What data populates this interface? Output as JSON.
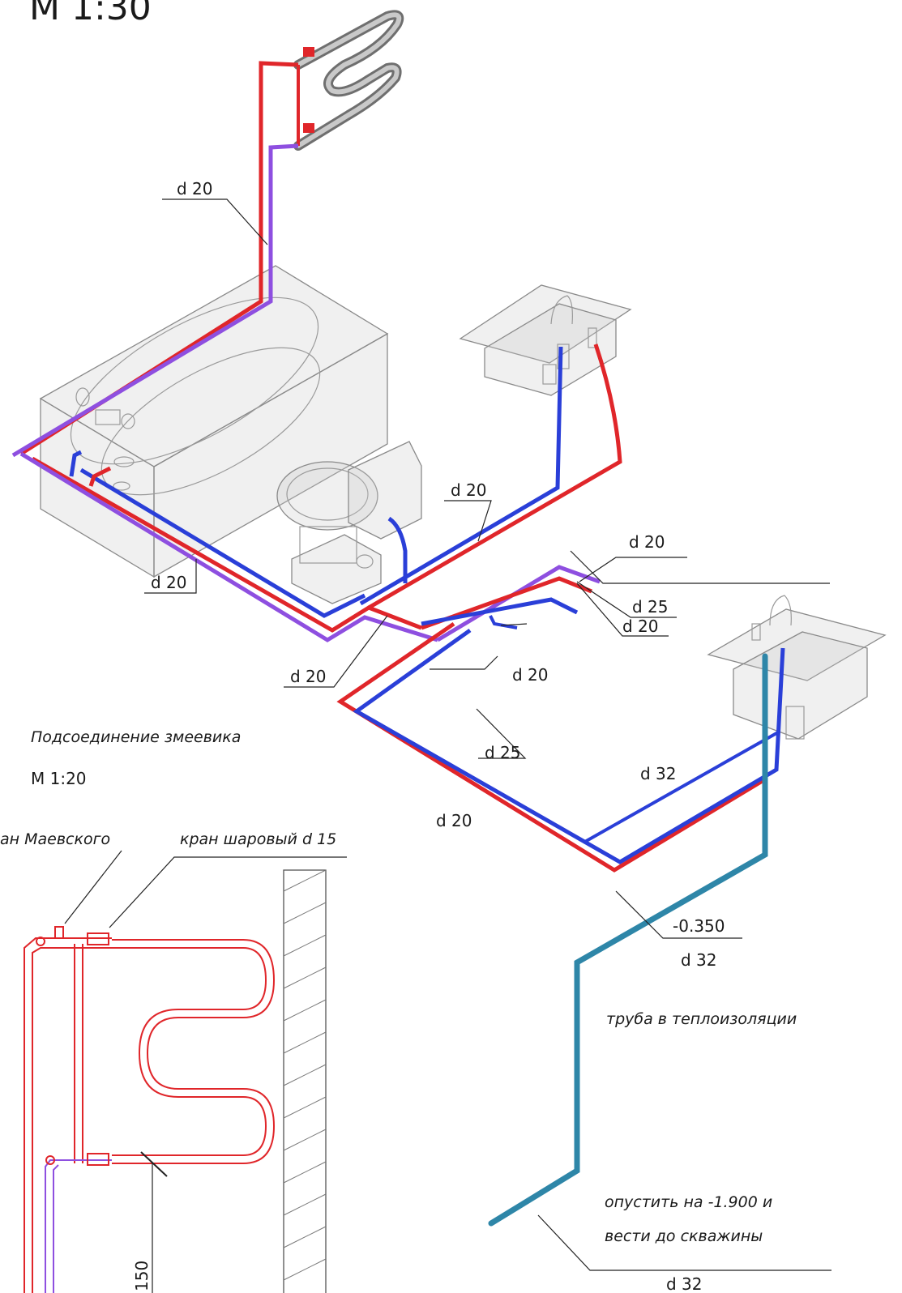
{
  "title": "М 1:30",
  "labels": {
    "d20_riser": "d 20",
    "d20_sink": "d 20",
    "d20_bath": "d 20",
    "d20_right_top": "d 20",
    "d25_right": "d 25",
    "d20_right_low": "d 20",
    "d20_mid": "d 20",
    "d20_center": "d 20",
    "d25_bottom": "d 25",
    "d20_bottom": "d 20",
    "d32_mid": "d 32",
    "level": "-0.350",
    "d32_level": "d 32",
    "insulated": "труба в теплоизоляции",
    "lower_1": "опустить на -1.900 и",
    "lower_2": "вести до скважины",
    "d32_bottom": "d 32"
  },
  "detail": {
    "title": "Подсоединение змеевика",
    "scale": "М 1:20",
    "mayevsky": "ан Маевского",
    "ballvalve": "кран шаровый d 15",
    "dim": "150"
  },
  "colors": {
    "hot": "#e0262a",
    "cold": "#2a3fd8",
    "return": "#8e4fe0",
    "insulated": "#2e86a8",
    "fixture": "#8a8a8a"
  }
}
